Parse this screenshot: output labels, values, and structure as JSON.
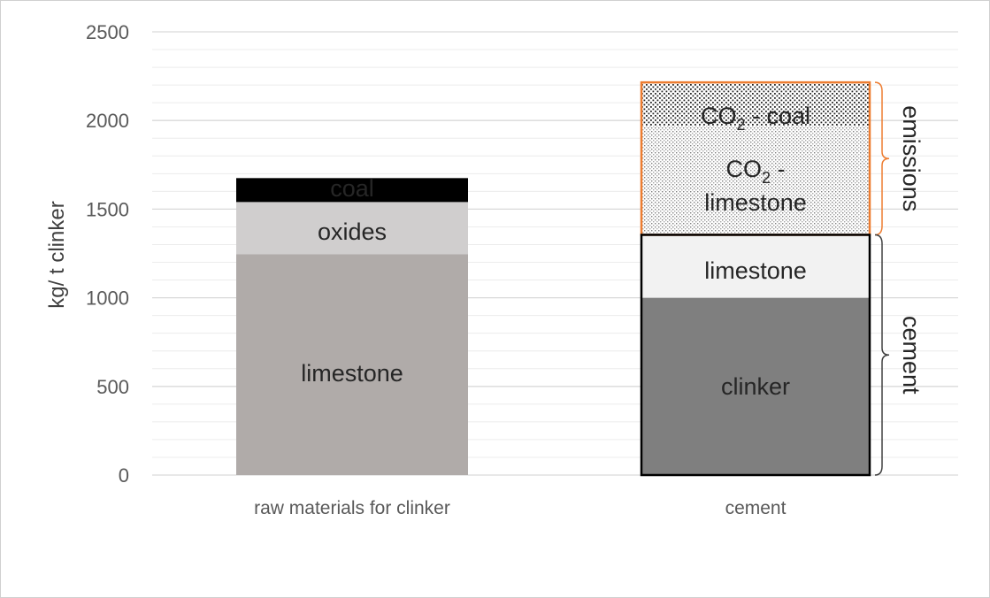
{
  "chart_data": {
    "type": "bar",
    "stacked": true,
    "ylabel": "kg/ t clinker",
    "ylim": [
      0,
      2500
    ],
    "yticks": [
      0,
      500,
      1000,
      1500,
      2000,
      2500
    ],
    "grid": "major and minor horizontal",
    "categories": [
      "raw materials for clinker",
      "cement"
    ],
    "bars": [
      {
        "category": "raw materials for clinker",
        "segments": [
          {
            "label": "limestone",
            "value": 1245,
            "color": "#b0aba9",
            "pattern": "solid"
          },
          {
            "label": "oxides",
            "value": 295,
            "color": "#d0cece",
            "pattern": "solid"
          },
          {
            "label": "coal",
            "value": 135,
            "color": "#000000",
            "pattern": "solid"
          }
        ]
      },
      {
        "category": "cement",
        "segments": [
          {
            "label": "clinker",
            "value": 1000,
            "color": "#7f7f7f",
            "pattern": "solid"
          },
          {
            "label": "limestone",
            "value": 355,
            "color": "#f2f2f2",
            "pattern": "solid"
          },
          {
            "label": "CO2 - limestone",
            "label_main": "CO",
            "label_sub": "2",
            "label_tail": " -",
            "label_line2": "limestone",
            "value": 615,
            "color": "#ffffff",
            "pattern": "fine-dots"
          },
          {
            "label": "CO2 - coal",
            "label_main": "CO",
            "label_sub": "2",
            "label_tail": " - coal",
            "value": 245,
            "color": "#ffffff",
            "pattern": "dense-dots"
          }
        ]
      }
    ],
    "groups": [
      {
        "label": "emissions",
        "range": [
          1355,
          2215
        ],
        "color": "#ed7d31"
      },
      {
        "label": "cement",
        "range": [
          0,
          1355
        ],
        "color": "#000000"
      }
    ]
  }
}
